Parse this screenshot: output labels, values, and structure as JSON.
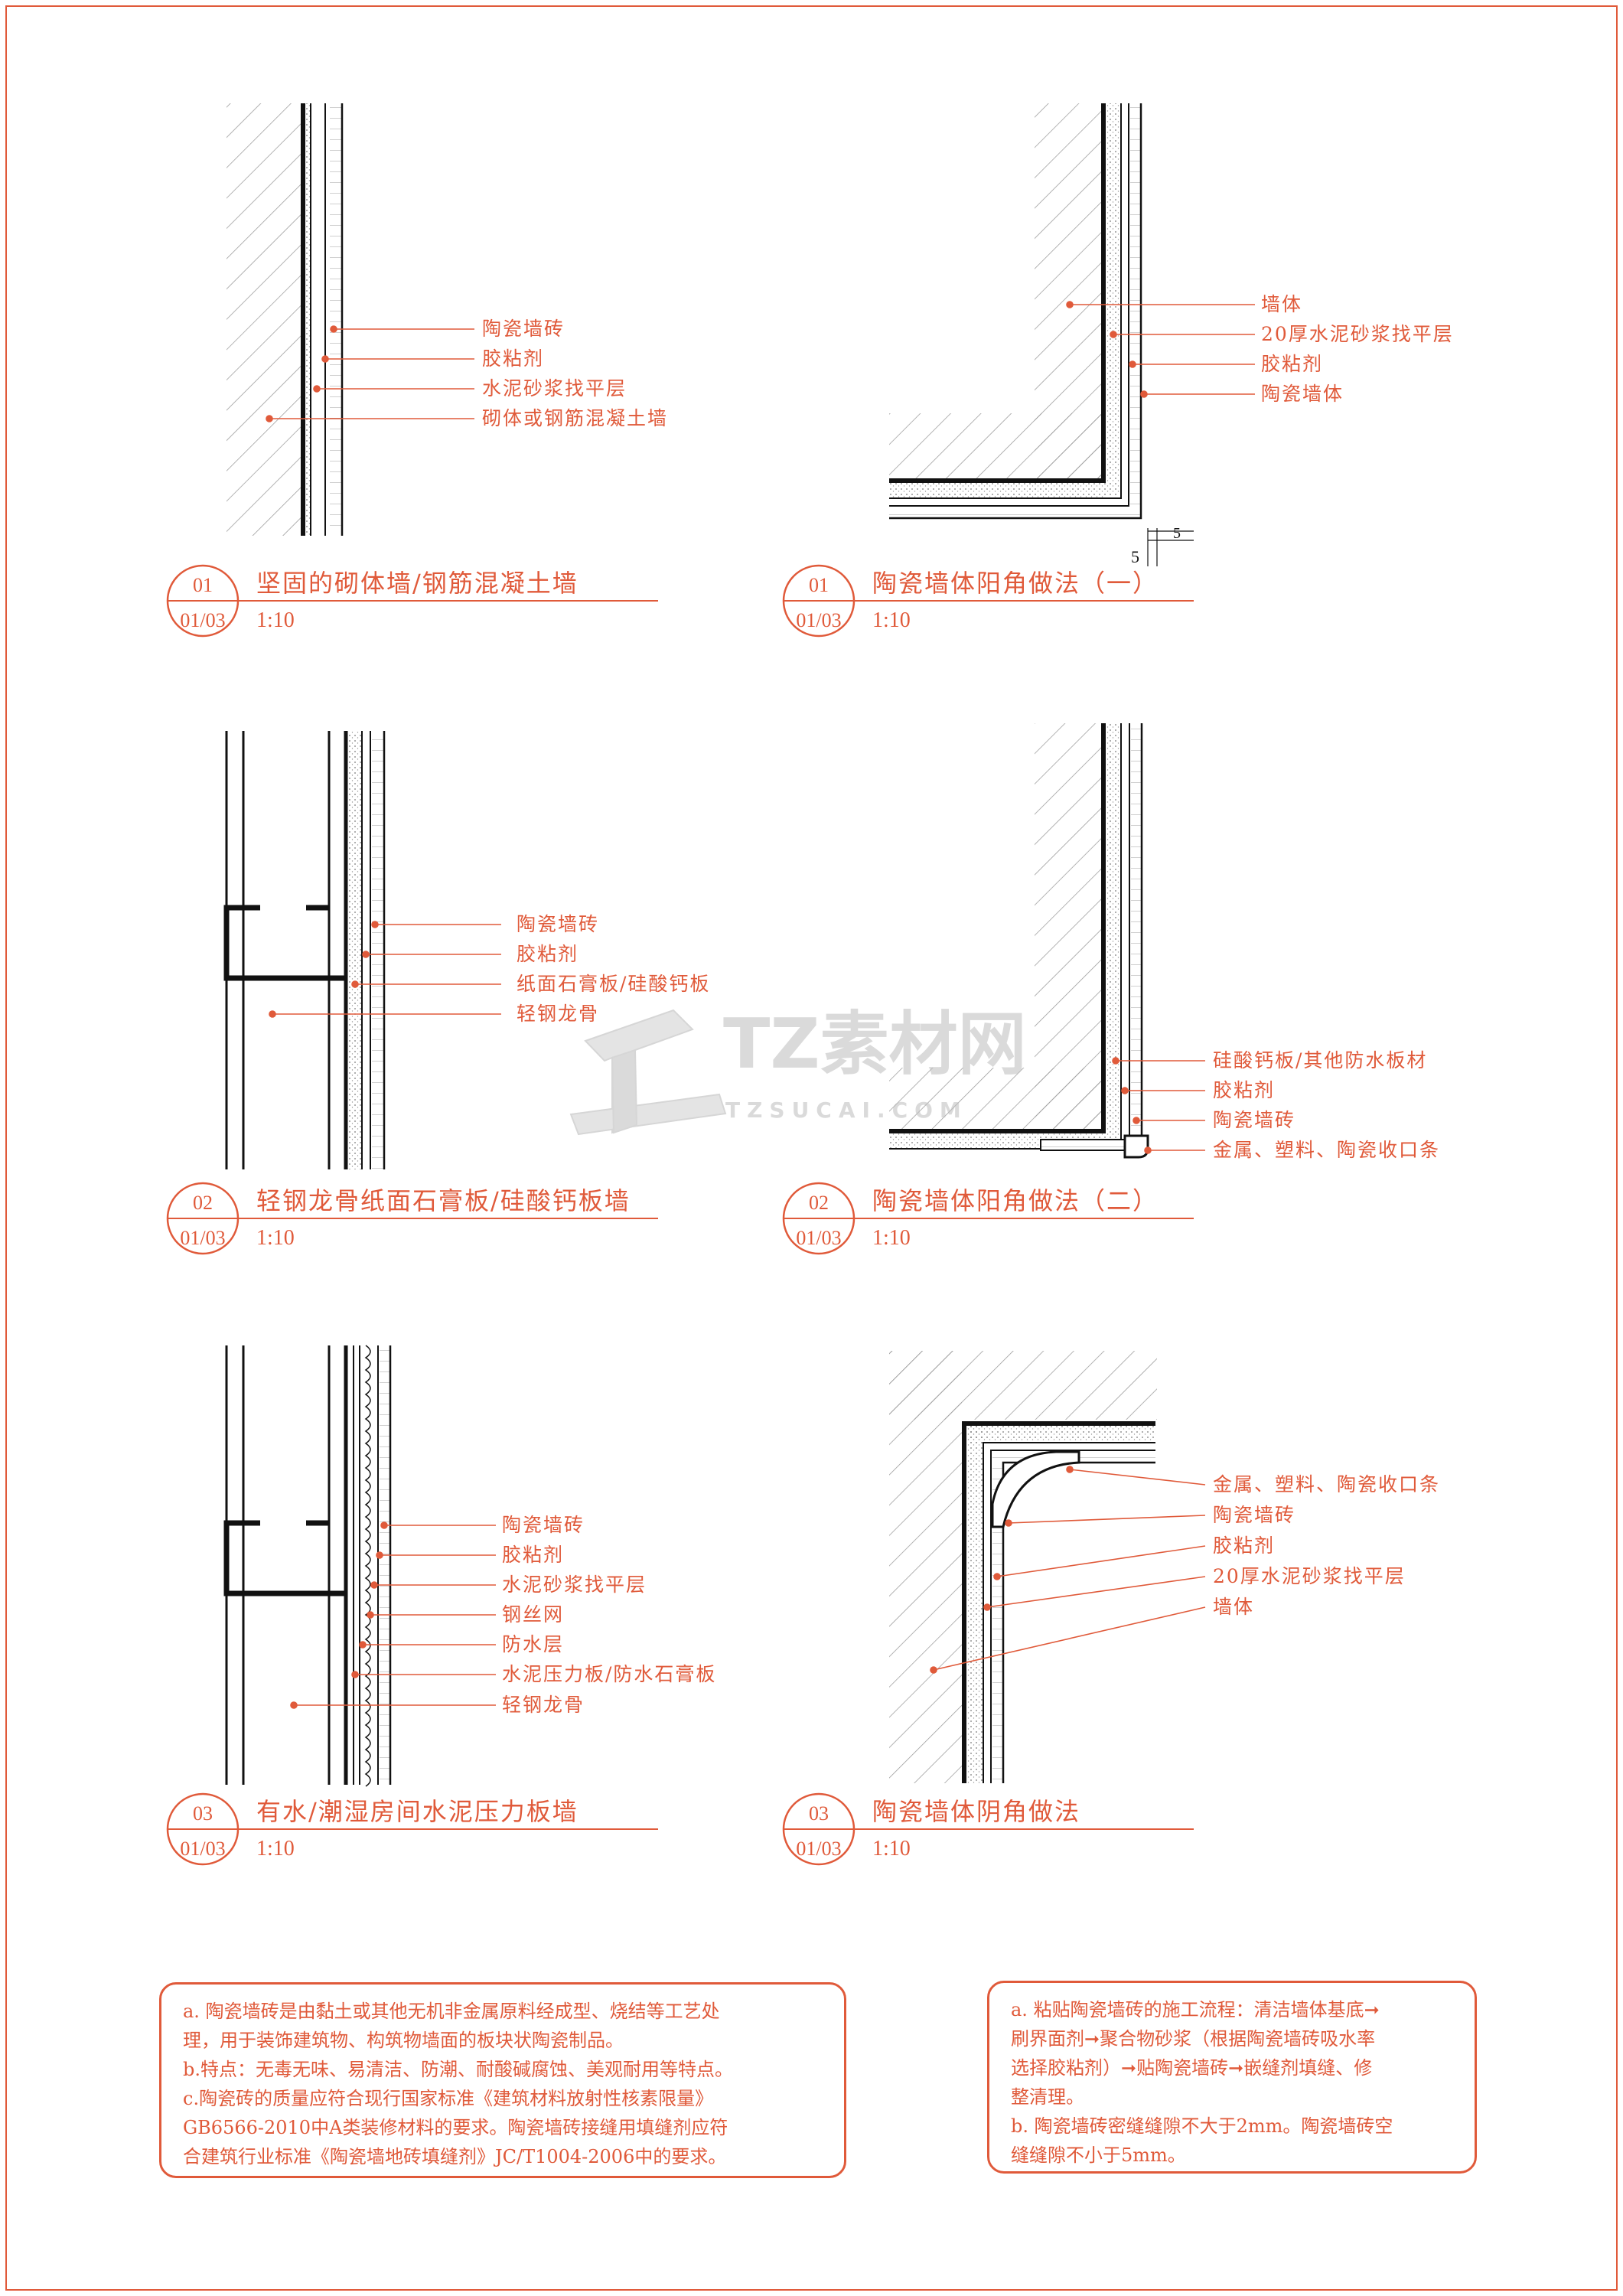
{
  "colors": {
    "accent": "#e05a3a",
    "line": "#111111",
    "hatch": "#9a9a9a"
  },
  "details": [
    {
      "num": "01",
      "sheet": "01/03",
      "title": "坚固的砌体墙/钢筋混凝土墙",
      "scale": "1:10",
      "labels": [
        "陶瓷墙砖",
        "胶粘剂",
        "水泥砂浆找平层",
        "砌体或钢筋混凝土墙"
      ]
    },
    {
      "num": "01",
      "sheet": "01/03",
      "title": "陶瓷墙体阳角做法（一）",
      "scale": "1:10",
      "labels": [
        "墙体",
        "20厚水泥砂浆找平层",
        "胶粘剂",
        "陶瓷墙体"
      ],
      "dims": [
        "5",
        "5"
      ]
    },
    {
      "num": "02",
      "sheet": "01/03",
      "title": "轻钢龙骨纸面石膏板/硅酸钙板墙",
      "scale": "1:10",
      "labels": [
        "陶瓷墙砖",
        "胶粘剂",
        "纸面石膏板/硅酸钙板",
        "轻钢龙骨"
      ]
    },
    {
      "num": "02",
      "sheet": "01/03",
      "title": "陶瓷墙体阳角做法（二）",
      "scale": "1:10",
      "labels": [
        "硅酸钙板/其他防水板材",
        "胶粘剂",
        "陶瓷墙砖",
        "金属、塑料、陶瓷收口条"
      ]
    },
    {
      "num": "03",
      "sheet": "01/03",
      "title": "有水/潮湿房间水泥压力板墙",
      "scale": "1:10",
      "labels": [
        "陶瓷墙砖",
        "胶粘剂",
        "水泥砂浆找平层",
        "钢丝网",
        "防水层",
        "水泥压力板/防水石膏板",
        "轻钢龙骨"
      ]
    },
    {
      "num": "03",
      "sheet": "01/03",
      "title": "陶瓷墙体阴角做法",
      "scale": "1:10",
      "labels": [
        "金属、塑料、陶瓷收口条",
        "陶瓷墙砖",
        "胶粘剂",
        "20厚水泥砂浆找平层",
        "墙体"
      ]
    }
  ],
  "watermark": {
    "brand": "TZ素材网",
    "url": "TZSUCAI.COM"
  },
  "notes": {
    "left": [
      "a. 陶瓷墙砖是由黏土或其他无机非金属原料经成型、烧结等工艺处",
      "理，用于装饰建筑物、构筑物墙面的板块状陶瓷制品。",
      "b.特点：无毒无味、易清洁、防潮、耐酸碱腐蚀、美观耐用等特点。",
      "c.陶瓷砖的质量应符合现行国家标准《建筑材料放射性核素限量》",
      "GB6566-2010中A类装修材料的要求。陶瓷墙砖接缝用填缝剂应符",
      "合建筑行业标准《陶瓷墙地砖填缝剂》JC/T1004-2006中的要求。"
    ],
    "right": [
      "a. 粘贴陶瓷墙砖的施工流程：清洁墙体基底➞",
      "刷界面剂➞聚合物砂浆（根据陶瓷墙砖吸水率",
      "选择胶粘剂）➞贴陶瓷墙砖➞嵌缝剂填缝、修",
      "整清理。",
      "b. 陶瓷墙砖密缝缝隙不大于2mm。陶瓷墙砖空",
      "缝缝隙不小于5mm。"
    ]
  }
}
